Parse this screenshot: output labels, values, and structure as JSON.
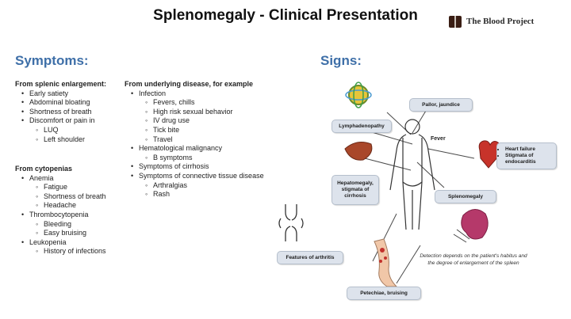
{
  "title": "Splenomegaly - Clinical Presentation",
  "logo_text": "The Blood Project",
  "symptoms": {
    "heading": "Symptoms:",
    "splenic": {
      "heading": "From splenic enlargement:",
      "items": [
        {
          "label": "Early satiety",
          "level": 1
        },
        {
          "label": "Abdominal bloating",
          "level": 1
        },
        {
          "label": "Shortness of breath",
          "level": 1
        },
        {
          "label": "Discomfort or pain in",
          "level": 1
        },
        {
          "label": "LUQ",
          "level": 2
        },
        {
          "label": "Left shoulder",
          "level": 2
        }
      ]
    },
    "cytopenias": {
      "heading": "From cytopenias",
      "items": [
        {
          "label": "Anemia",
          "level": 1
        },
        {
          "label": "Fatigue",
          "level": 2
        },
        {
          "label": "Shortness of breath",
          "level": 2
        },
        {
          "label": "Headache",
          "level": 2
        },
        {
          "label": "Thrombocytopenia",
          "level": 1
        },
        {
          "label": "Bleeding",
          "level": 2
        },
        {
          "label": "Easy bruising",
          "level": 2
        },
        {
          "label": "Leukopenia",
          "level": 1
        },
        {
          "label": "History of infections",
          "level": 2
        }
      ]
    },
    "disease": {
      "heading": "From underlying disease, for example",
      "items": [
        {
          "label": "Infection",
          "level": 1
        },
        {
          "label": "Fevers, chills",
          "level": 2
        },
        {
          "label": "High risk sexual behavior",
          "level": 2
        },
        {
          "label": "IV drug use",
          "level": 2
        },
        {
          "label": "Tick bite",
          "level": 2
        },
        {
          "label": "Travel",
          "level": 2
        },
        {
          "label": "Hematological malignancy",
          "level": 1
        },
        {
          "label": "B symptoms",
          "level": 2
        },
        {
          "label": "Symptoms of cirrhosis",
          "level": 1
        },
        {
          "label": "Symptoms of connective tissue disease",
          "level": 1
        },
        {
          "label": "Arthralgias",
          "level": 2
        },
        {
          "label": "Rash",
          "level": 2
        }
      ]
    }
  },
  "signs": {
    "heading": "Signs:",
    "pallor": "Pallor, jaundice",
    "lymph": "Lymphadenopathy",
    "fever": "Fever",
    "hepato": "Hepatomegaly, stigmata of cirrhosis",
    "spleno": "Splenomegaly",
    "heart": [
      "Heart failure",
      "Stigmata of endocarditis"
    ],
    "arthritis": "Features of arthritis",
    "petechiae": "Petechiae, bruising",
    "note": "Detection depends on the patient's habitus and the degree of enlargement of the spleen"
  },
  "colors": {
    "heading": "#3e6fa8",
    "box_fill": "#dde3ec",
    "box_border": "#b5bfcc"
  }
}
